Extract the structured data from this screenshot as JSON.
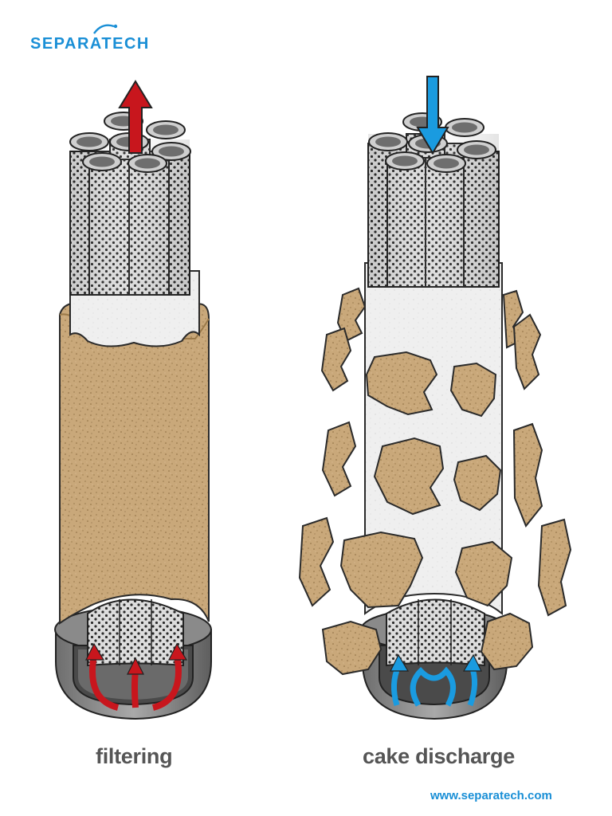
{
  "brand": {
    "name": "SEPARATECH",
    "website": "www.separatech.com",
    "color": "#1a8fd6"
  },
  "panels": [
    {
      "caption": "filtering",
      "flow_arrow_color": "#c8161d"
    },
    {
      "caption": "cake discharge",
      "flow_arrow_color": "#1a9be0"
    }
  ],
  "colors": {
    "cake": "#c9a87a",
    "cloth": "#eeeeee",
    "tube": "#d6d6d6",
    "housing": "#555555",
    "caption_text": "#555555"
  },
  "icons": [
    "separatech-logo-swoosh-icon",
    "flow-up-arrow-icon",
    "flow-down-arrow-icon"
  ]
}
